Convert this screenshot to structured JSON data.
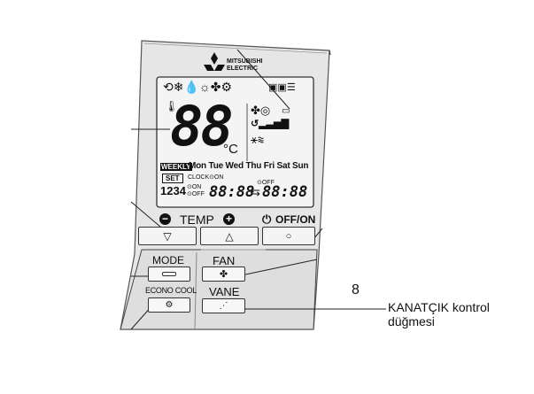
{
  "brand": {
    "line1": "MITSUBISHI",
    "line2": "ELECTRIC"
  },
  "lcd": {
    "temperature": "88",
    "unit": "°C",
    "weekly_badge": "WEEKLY",
    "days": "Mon Tue Wed Thu Fri Sat Sun",
    "set_badge": "SET",
    "clock_on": "CLOCK⊙ON",
    "off_label": "⊙OFF",
    "program_numbers": "1234",
    "on_small": "⊙ON",
    "off_small": "⊙OFF",
    "time_left": "88:88",
    "arrow": "⇆",
    "time_right": "88:88"
  },
  "buttons": {
    "temp_label": "TEMP",
    "off_on_label": "OFF/ON",
    "mode_label": "MODE",
    "fan_label": "FAN",
    "econo_label": "ECONO COOL",
    "vane_label": "VANE"
  },
  "annotation": {
    "number": "8",
    "line1": "KANATÇIK kontrol",
    "line2": "düğmesi"
  }
}
